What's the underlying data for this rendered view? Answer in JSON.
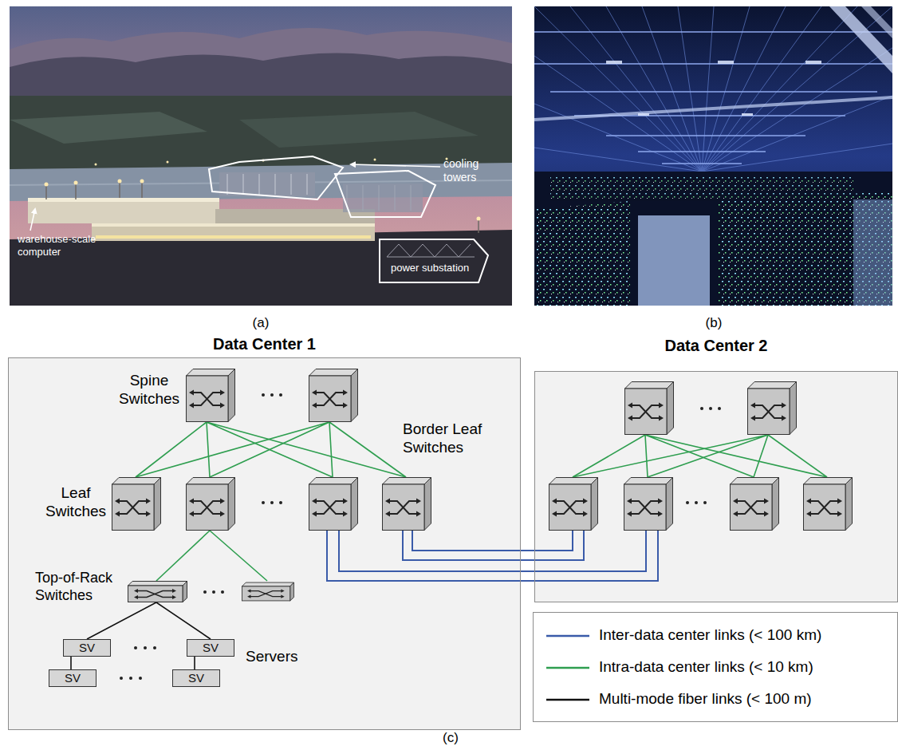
{
  "diagram": {
    "nodes": [
      {
        "text": [
          "Data Center 1"
        ]
      },
      {
        "text": [
          "SV"
        ],
        "in": 0
      },
      {
        "text": [
          "SV"
        ],
        "in": 0
      },
      {
        "text": [
          "SV"
        ],
        "in": 0
      },
      {
        "text": [
          "SV"
        ],
        "in": 0
      },
      {
        "text": [
          "Data Center 2"
        ]
      }
    ],
    "edges": [
      {
        "from": 1,
        "to": 3,
        "arrow": "none"
      },
      {
        "from": 2,
        "to": 4,
        "arrow": "none"
      }
    ],
    "labels": [
      "cooling towers",
      "warehouse-scale computer",
      "power substation",
      "(a)",
      "(b)",
      "Spine Switches",
      "Border Leaf Switches",
      "Leaf Switches",
      "Top-of-Rack Switches",
      "Servers",
      "(c)"
    ],
    "legend": [
      {
        "text": "Inter-data center links (< 100 km)"
      },
      {
        "text": "Intra-data center links (< 10 km)"
      },
      {
        "text": "Multi-mode fiber links (< 100 m)"
      }
    ]
  }
}
